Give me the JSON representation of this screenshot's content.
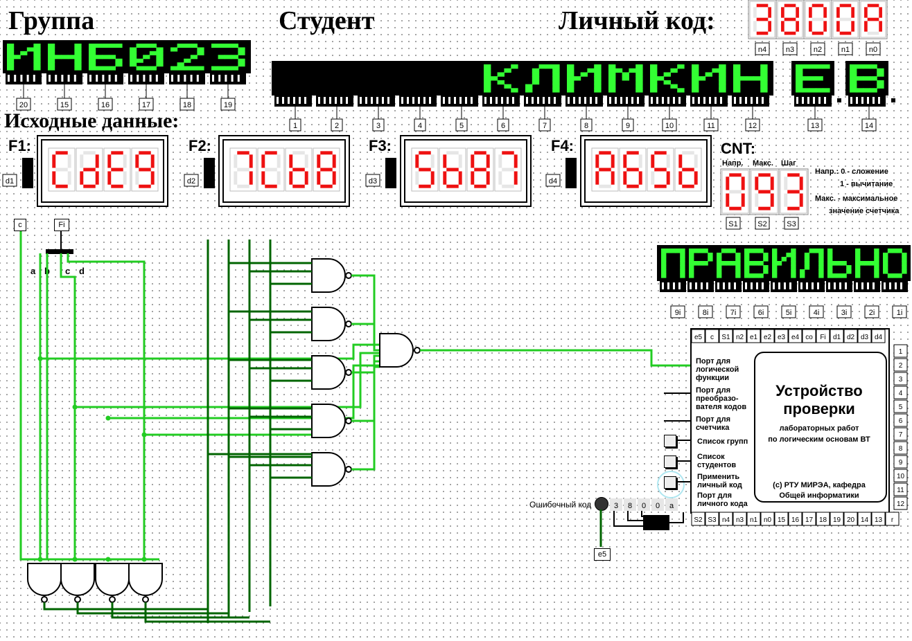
{
  "headers": {
    "group": "Группа",
    "student": "Студент",
    "personal_code": "Личный код:",
    "initial_data": "Исходные данные:",
    "cnt": "CNT:"
  },
  "group_display": {
    "text": "ИНБ023",
    "pins": [
      "20",
      "15",
      "16",
      "17",
      "18",
      "19"
    ]
  },
  "student_display": {
    "text": "КЛИМКИН Е.В.",
    "pins": [
      "1",
      "2",
      "3",
      "4",
      "5",
      "6",
      "7",
      "8",
      "9",
      "10",
      "11",
      "12",
      "13",
      "14"
    ]
  },
  "personal_code_display": {
    "digits": [
      "3",
      "8",
      "0",
      "0",
      "A"
    ],
    "pins": [
      "n4",
      "n3",
      "n2",
      "n1",
      "n0"
    ]
  },
  "inputs": [
    {
      "label": "F1:",
      "pin": "d1",
      "digits": [
        "C",
        "d",
        "E",
        "9"
      ]
    },
    {
      "label": "F2:",
      "pin": "d2",
      "digits": [
        "7",
        "C",
        "b",
        "8"
      ]
    },
    {
      "label": "F3:",
      "pin": "d3",
      "digits": [
        "5",
        "b",
        "8",
        "7"
      ]
    },
    {
      "label": "F4:",
      "pin": "d4",
      "digits": [
        "A",
        "6",
        "5",
        "b"
      ]
    }
  ],
  "counter": {
    "columns": [
      "Напр.",
      "Макс.",
      "Шаг"
    ],
    "digits": [
      "0",
      "9",
      "3"
    ],
    "pins": [
      "S1",
      "S2",
      "S3"
    ],
    "notes": [
      "Напр.: 0 - сложение",
      "1 - вычитание",
      "Макс. - максимальное",
      "значение счетчика"
    ]
  },
  "result_display": {
    "text": "ПРАВИЛЬНО",
    "pins": [
      "9i",
      "8i",
      "7i",
      "6i",
      "5i",
      "4i",
      "3i",
      "2i",
      "1i"
    ]
  },
  "circuit": {
    "input_pins": [
      "c",
      "Fi"
    ],
    "bit_labels": [
      "a",
      "b",
      "c",
      "d"
    ]
  },
  "verifier": {
    "title_lines": [
      "Устройство",
      "проверки"
    ],
    "subtitle_lines": [
      "лабораторных работ",
      "по логическим основам ВТ"
    ],
    "footer_lines": [
      "(c) РТУ МИРЭА, кафедра",
      "Общей информатики"
    ],
    "top_pins": [
      "e5",
      "c",
      "S1",
      "n2",
      "e1",
      "e2",
      "e3",
      "e4",
      "co",
      "Fi",
      "d1",
      "d2",
      "d3",
      "d4"
    ],
    "right_pins": [
      "1",
      "2",
      "3",
      "4",
      "5",
      "6",
      "7",
      "8",
      "9",
      "10",
      "11",
      "12"
    ],
    "bottom_pins": [
      "S2",
      "S3",
      "n4",
      "n3",
      "n1",
      "n0",
      "15",
      "16",
      "17",
      "18",
      "19",
      "20",
      "14",
      "13",
      "r"
    ],
    "ports": [
      "Порт для логической функции",
      "Порт для преобразо-вателя кодов",
      "Порт для счетчика",
      "Список групп",
      "Список студентов",
      "Применить личный код",
      "Порт для личного кода"
    ],
    "error_label": "Ошибочный код",
    "error_digits": [
      "3",
      "8",
      "0",
      "0",
      "a"
    ],
    "error_pin": "e5"
  },
  "colors": {
    "active_wire": "#22cc22",
    "dark_wire": "#006400",
    "led_green": "#33ff33",
    "led_red": "#ee1111"
  }
}
